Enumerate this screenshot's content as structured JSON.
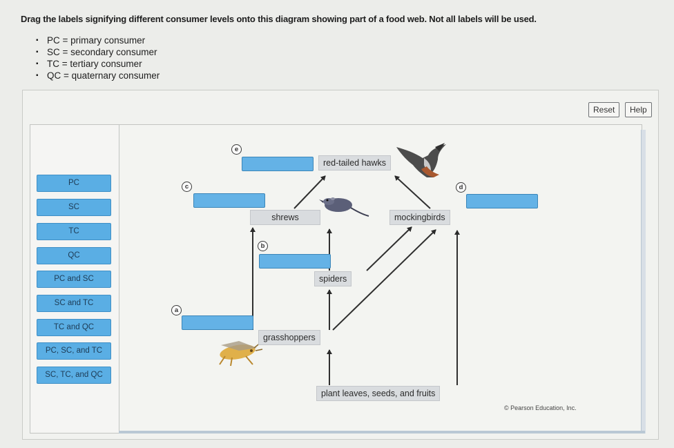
{
  "instructions": "Drag the labels signifying different consumer levels onto this diagram showing part of a food web. Not all labels will be used.",
  "key": [
    "PC = primary consumer",
    "SC = secondary consumer",
    "TC = tertiary consumer",
    "QC = quaternary consumer"
  ],
  "toolbar": {
    "reset": "Reset",
    "help": "Help"
  },
  "label_bank": [
    "PC",
    "SC",
    "TC",
    "QC",
    "PC and SC",
    "SC and TC",
    "TC and QC",
    "PC, SC, and TC",
    "SC, TC, and QC"
  ],
  "markers": {
    "a": "a",
    "b": "b",
    "c": "c",
    "d": "d",
    "e": "e"
  },
  "organisms": {
    "hawks": "red-tailed hawks",
    "shrews": "shrews",
    "mockingbirds": "mockingbirds",
    "spiders": "spiders",
    "grasshoppers": "grasshoppers",
    "plants": "plant leaves, seeds, and fruits"
  },
  "credit": "© Pearson Education, Inc.",
  "colors": {
    "label_chip": "#5aaee4",
    "drop_zone": "#64b2e6",
    "organism_label": "#d9dcdf"
  },
  "icons": [
    "hawk-icon",
    "shrew-icon",
    "grasshopper-icon"
  ]
}
